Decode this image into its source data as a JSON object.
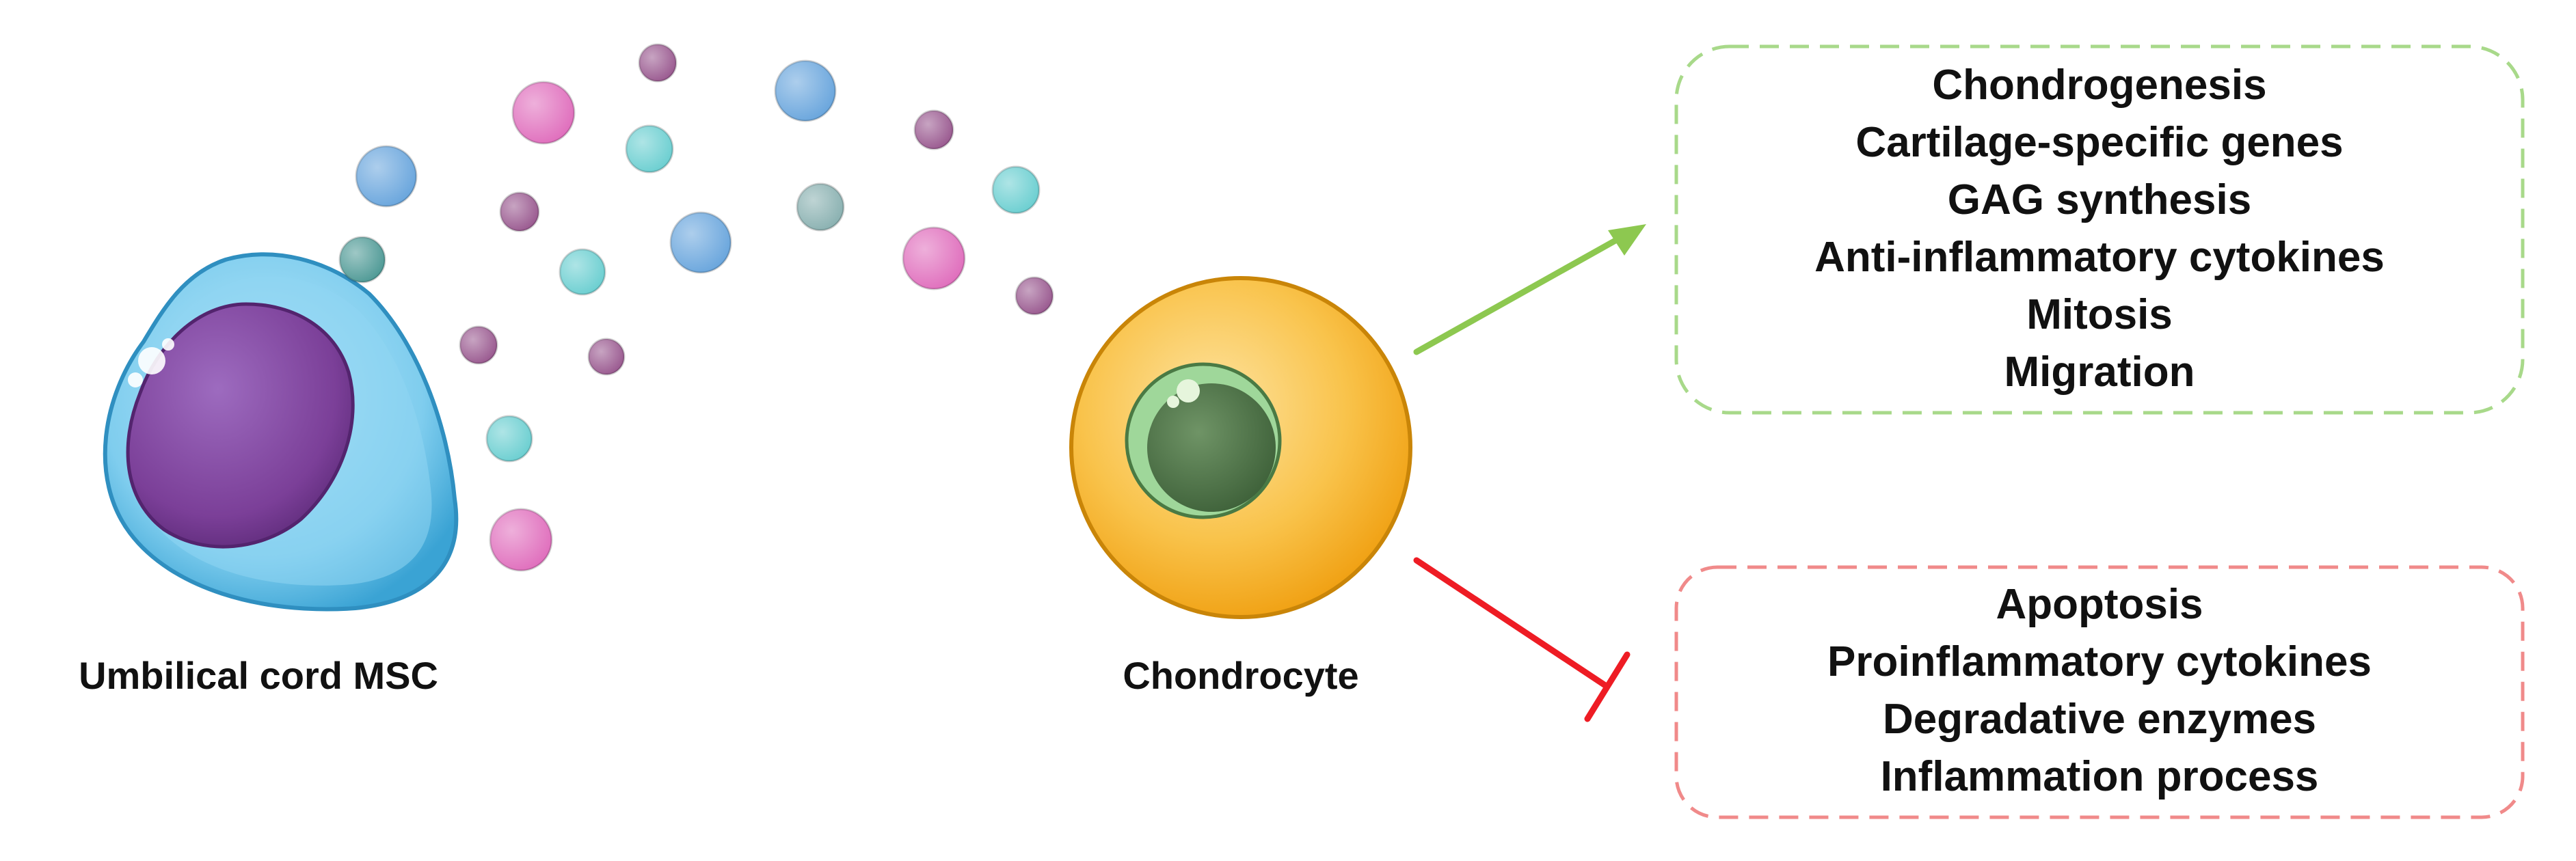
{
  "labels": {
    "msc": "Umbilical cord MSC",
    "chondrocyte": "Chondrocyte"
  },
  "promoted": {
    "color": "#8dc850",
    "items": [
      "Chondrogenesis",
      "Cartilage-specific genes",
      "GAG synthesis",
      "Anti-inflammatory cytokines",
      "Mitosis",
      "Migration"
    ]
  },
  "inhibited": {
    "color": "#ee1c24",
    "items": [
      "Apoptosis",
      "Proinflammatory cytokines",
      "Degradative enzymes",
      "Inflammation process"
    ]
  },
  "colors": {
    "msc_membrane": "#66c4ec",
    "msc_nucleus": "#7b3f98",
    "chondrocyte_body": "#f7b52c",
    "chondrocyte_nucleus": "#5b7f52",
    "promote_box_border": "#a8d98a",
    "inhibit_box_border": "#f08a8a",
    "vesicle_blue": "#6aa6dd",
    "vesicle_pink": "#e06fbd",
    "vesicle_purple": "#9a5a90",
    "vesicle_cyan": "#6ccfd1",
    "vesicle_teal": "#4f9a96",
    "vesicle_grey": "#8ab1b1"
  }
}
